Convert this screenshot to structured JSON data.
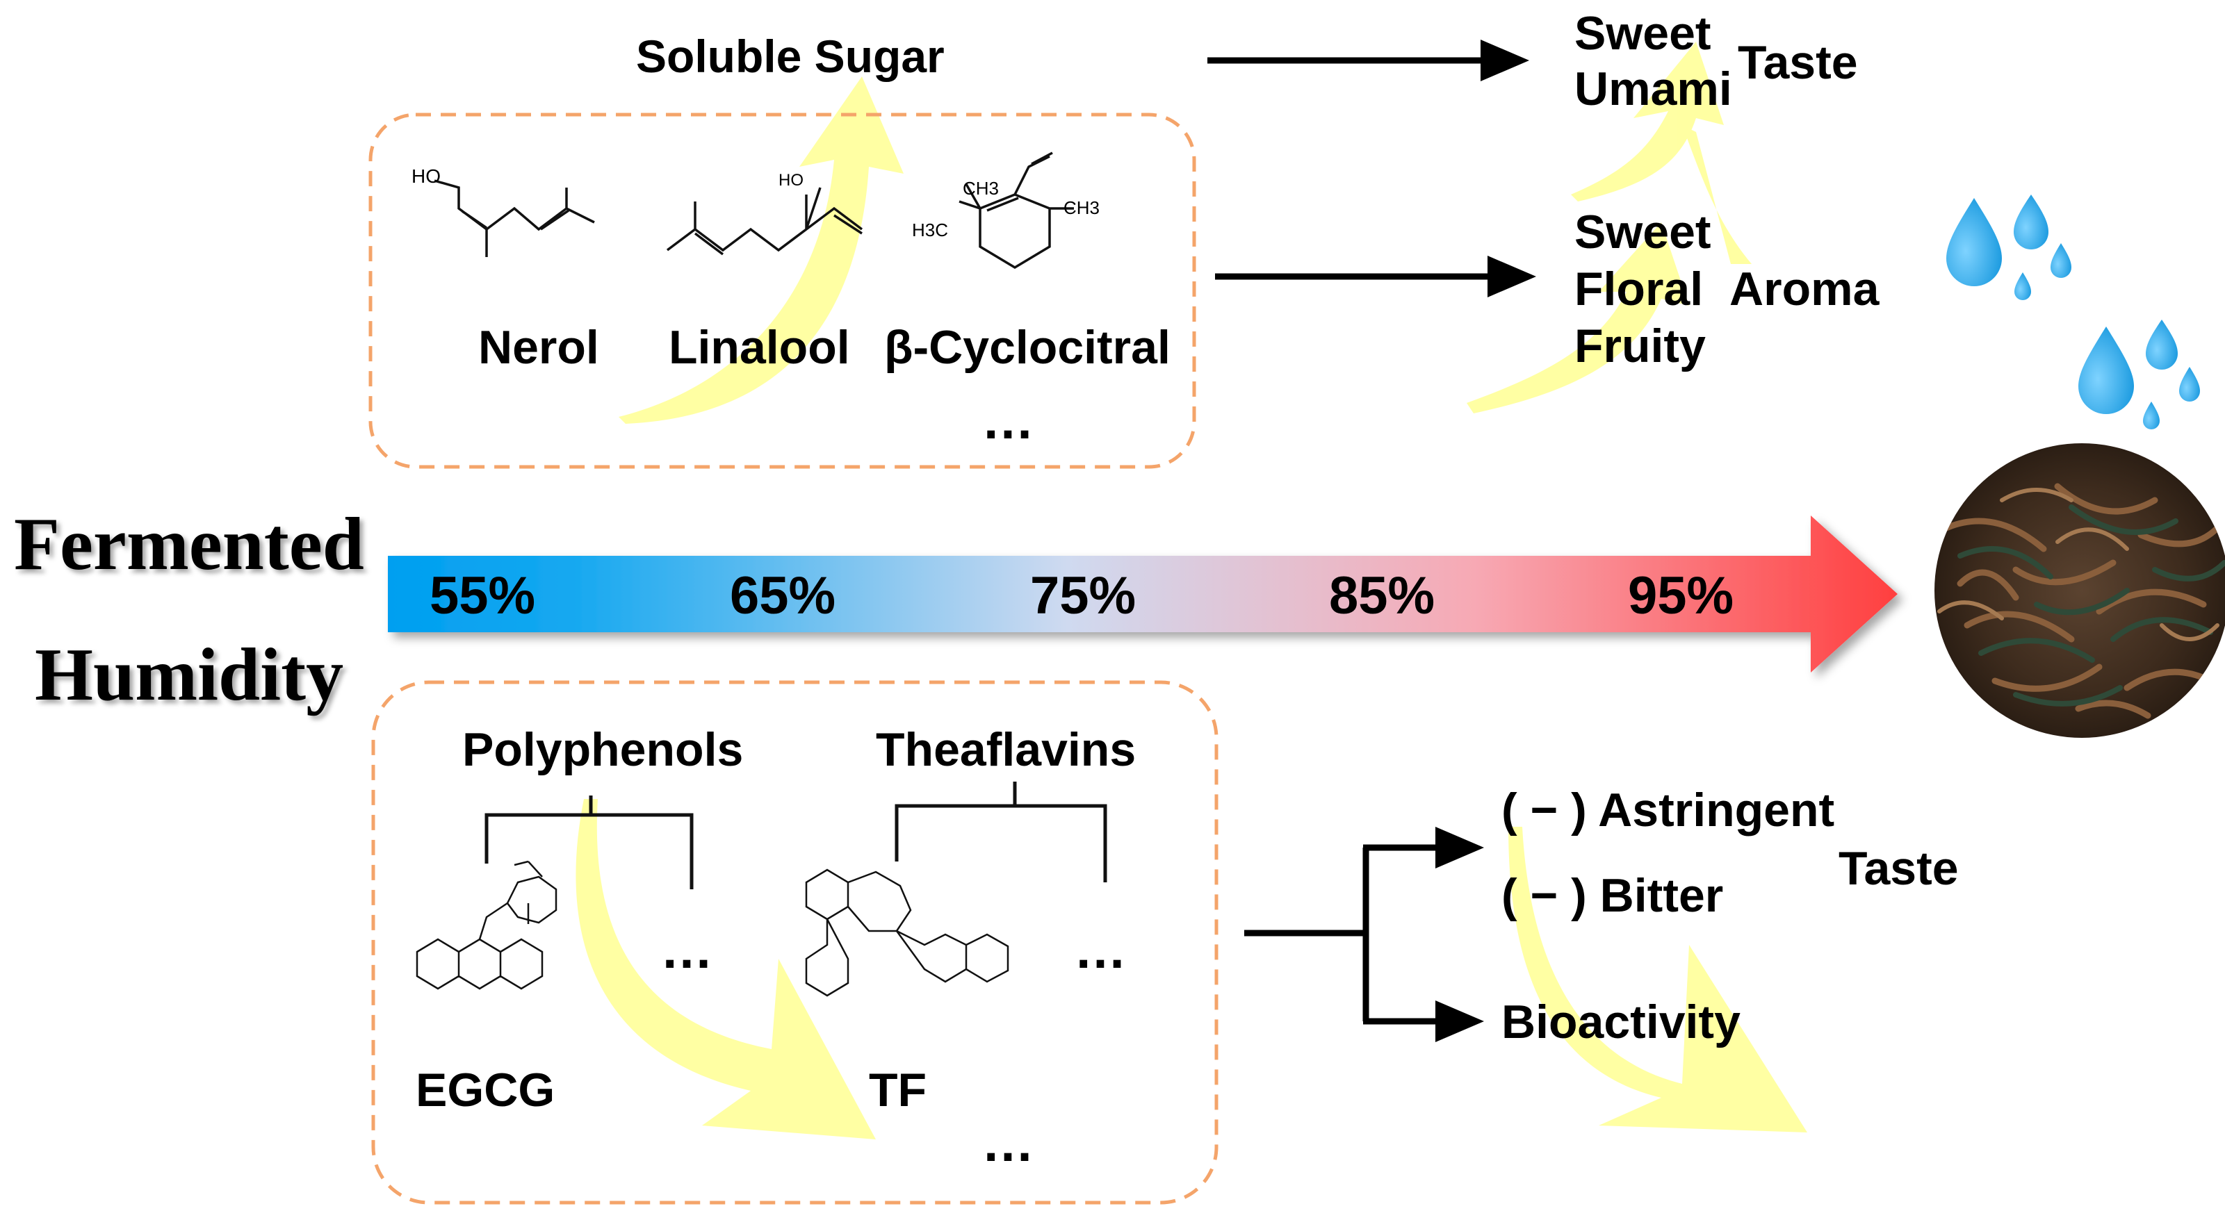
{
  "humidity_axis": {
    "title_line1": "Fermented",
    "title_line2": "Humidity",
    "levels": [
      "55%",
      "65%",
      "75%",
      "85%",
      "95%"
    ],
    "gradient": [
      "#0aa2ee",
      "#c9d9ef",
      "#ff4444"
    ]
  },
  "top_panel": {
    "soluble_sugar": "Soluble Sugar",
    "compounds": [
      {
        "name": "Nerol"
      },
      {
        "name": "Linalool"
      },
      {
        "name": "β-Cyclocitral"
      }
    ],
    "more": "…",
    "labels_on_structures": {
      "nerol_oh": "HO",
      "linalool_oh": "HO",
      "cyclo_ch3_top": "CH3",
      "cyclo_ch3_right": "CH3",
      "cyclo_h3c": "H3C"
    }
  },
  "top_outputs": {
    "taste_words": [
      "Sweet",
      "Umami"
    ],
    "taste_label": "Taste",
    "aroma_words": [
      "Sweet",
      "Floral",
      "Fruity"
    ],
    "aroma_label": "Aroma"
  },
  "bottom_panel": {
    "group1": "Polyphenols",
    "group2": "Theaflavins",
    "compound1": "EGCG",
    "compound2": "TF",
    "more": "…"
  },
  "bottom_outputs": {
    "astringent": "( − ) Astringent",
    "bitter": "( − ) Bitter",
    "taste_label": "Taste",
    "bioactivity": "Bioactivity"
  },
  "colors": {
    "dashed_box": "#f4a46a",
    "highlight_arrow": "#ffff99",
    "water_drop": "#2ea7e6",
    "tea": "#4a3424"
  },
  "icons": [
    "water-drop-icon",
    "tea-leaves-icon"
  ]
}
